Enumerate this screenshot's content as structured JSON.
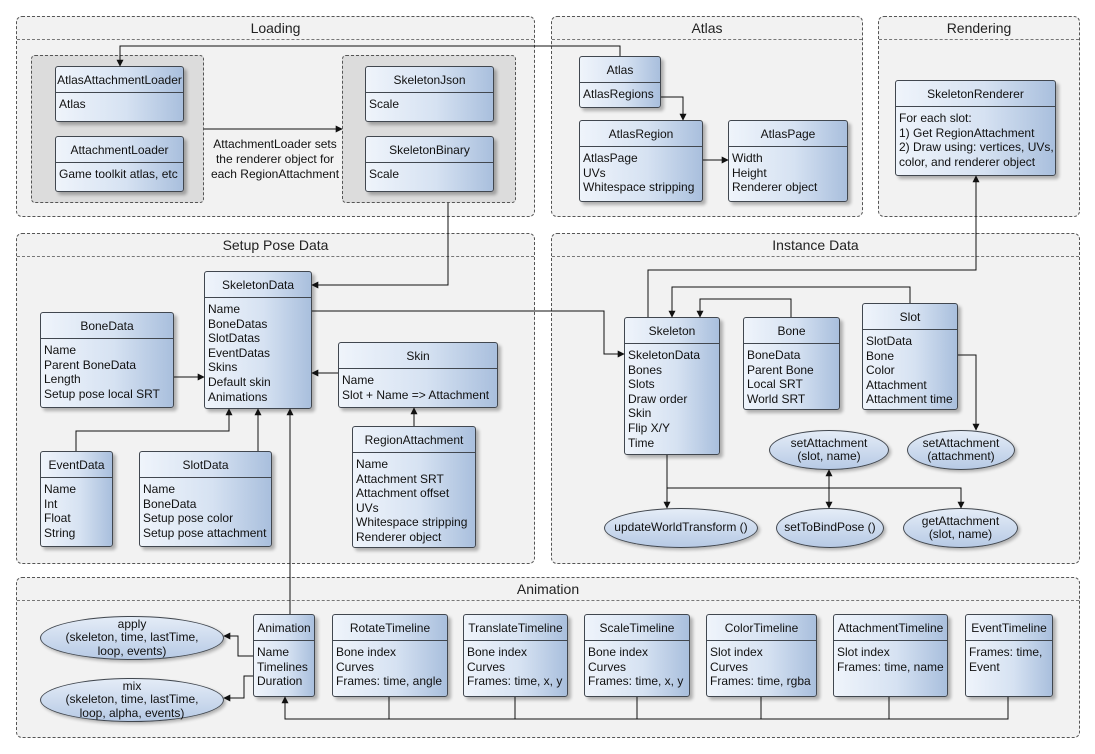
{
  "groups": {
    "loading": "Loading",
    "atlas": "Atlas",
    "rendering": "Rendering",
    "setup": "Setup Pose Data",
    "instance": "Instance Data",
    "animation": "Animation"
  },
  "classes": {
    "atlas_attachment_loader": {
      "title": "AtlasAttachmentLoader",
      "fields": [
        "Atlas"
      ]
    },
    "attachment_loader": {
      "title": "AttachmentLoader",
      "fields": [
        "Game toolkit atlas, etc"
      ]
    },
    "skeleton_json": {
      "title": "SkeletonJson",
      "fields": [
        "Scale"
      ]
    },
    "skeleton_binary": {
      "title": "SkeletonBinary",
      "fields": [
        "Scale"
      ]
    },
    "atlas": {
      "title": "Atlas",
      "fields": [
        "AtlasRegions"
      ]
    },
    "atlas_region": {
      "title": "AtlasRegion",
      "fields": [
        "AtlasPage",
        "UVs",
        "Whitespace stripping"
      ]
    },
    "atlas_page": {
      "title": "AtlasPage",
      "fields": [
        "Width",
        "Height",
        "Renderer object"
      ]
    },
    "skeleton_renderer": {
      "title": "SkeletonRenderer",
      "fields": [
        "For each slot:",
        "1) Get RegionAttachment",
        "2) Draw using: vertices, UVs,",
        "color, and renderer object"
      ]
    },
    "skeleton_data": {
      "title": "SkeletonData",
      "fields": [
        "Name",
        "BoneDatas",
        "SlotDatas",
        "EventDatas",
        "Skins",
        "Default skin",
        "Animations"
      ]
    },
    "bone_data": {
      "title": "BoneData",
      "fields": [
        "Name",
        "Parent BoneData",
        "Length",
        "Setup pose local SRT"
      ]
    },
    "skin": {
      "title": "Skin",
      "fields": [
        "Name",
        "Slot + Name => Attachment"
      ]
    },
    "region_attachment": {
      "title": "RegionAttachment",
      "fields": [
        "Name",
        "Attachment SRT",
        "Attachment offset",
        "UVs",
        "Whitespace stripping",
        "Renderer object"
      ]
    },
    "event_data": {
      "title": "EventData",
      "fields": [
        "Name",
        "Int",
        "Float",
        "String"
      ]
    },
    "slot_data": {
      "title": "SlotData",
      "fields": [
        "Name",
        "BoneData",
        "Setup pose color",
        "Setup pose attachment"
      ]
    },
    "skeleton": {
      "title": "Skeleton",
      "fields": [
        "SkeletonData",
        "Bones",
        "Slots",
        "Draw order",
        "Skin",
        "Flip X/Y",
        "Time"
      ]
    },
    "bone": {
      "title": "Bone",
      "fields": [
        "BoneData",
        "Parent Bone",
        "Local SRT",
        "World SRT"
      ]
    },
    "slot": {
      "title": "Slot",
      "fields": [
        "SlotData",
        "Bone",
        "Color",
        "Attachment",
        "Attachment time"
      ]
    },
    "animation": {
      "title": "Animation",
      "fields": [
        "Name",
        "Timelines",
        "Duration"
      ]
    },
    "rotate_timeline": {
      "title": "RotateTimeline",
      "fields": [
        "Bone index",
        "Curves",
        "Frames: time, angle"
      ]
    },
    "translate_timeline": {
      "title": "TranslateTimeline",
      "fields": [
        "Bone index",
        "Curves",
        "Frames: time, x, y"
      ]
    },
    "scale_timeline": {
      "title": "ScaleTimeline",
      "fields": [
        "Bone index",
        "Curves",
        "Frames: time, x, y"
      ]
    },
    "color_timeline": {
      "title": "ColorTimeline",
      "fields": [
        "Slot index",
        "Curves",
        "Frames: time, rgba"
      ]
    },
    "attachment_timeline": {
      "title": "AttachmentTimeline",
      "fields": [
        "Slot index",
        "Frames: time, name"
      ]
    },
    "event_timeline": {
      "title": "EventTimeline",
      "fields": [
        "Frames: time,",
        "Event"
      ]
    }
  },
  "methods": {
    "set_attachment_slot": [
      "setAttachment",
      "(slot, name)"
    ],
    "set_attachment": [
      "setAttachment",
      "(attachment)"
    ],
    "update_world_transform": [
      "updateWorldTransform ()"
    ],
    "set_to_bind_pose": [
      "setToBindPose ()"
    ],
    "get_attachment": [
      "getAttachment",
      "(slot, name)"
    ],
    "apply": [
      "apply",
      "(skeleton, time, lastTime,",
      "loop, events)"
    ],
    "mix": [
      "mix",
      "(skeleton, time, lastTime,",
      "loop, alpha, events)"
    ]
  },
  "notes": {
    "loader_note": [
      "AttachmentLoader sets",
      "the renderer object for",
      "each RegionAttachment"
    ]
  }
}
